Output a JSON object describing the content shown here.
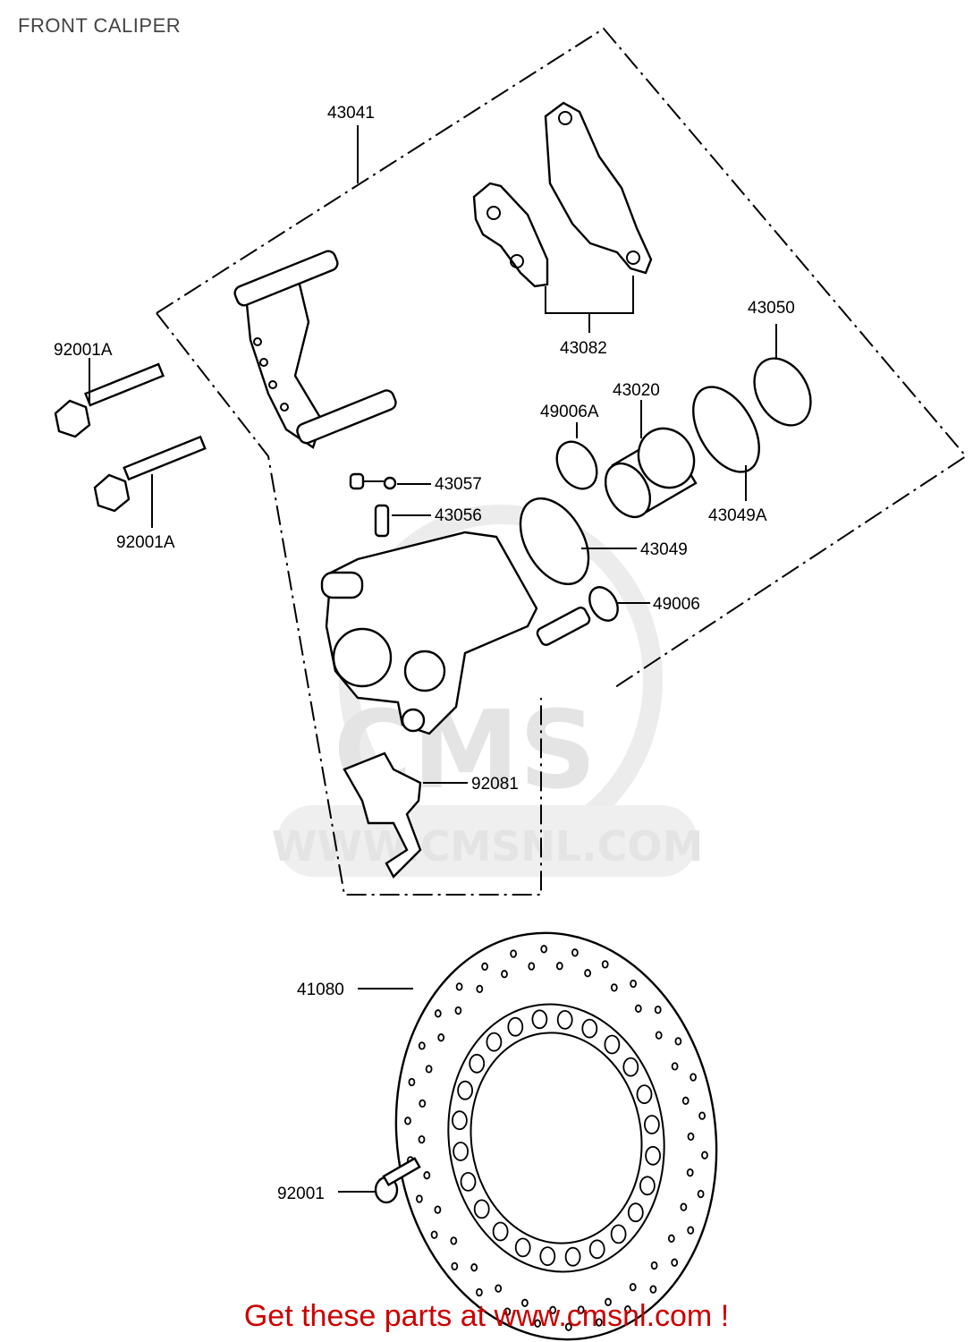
{
  "title": "FRONT CALIPER",
  "footer": "Get these parts at www.cmsnl.com !",
  "watermark": {
    "logo_text": "CMS",
    "url_text": "WWW.CMSNL.COM",
    "color": "#e4e4e4"
  },
  "colors": {
    "footer": "#cc0000",
    "title": "#444444",
    "lines": "#000000"
  },
  "callouts": {
    "c43041": "43041",
    "c43082": "43082",
    "c43050": "43050",
    "c92001A_top": "92001A",
    "c92001A_bottom": "92001A",
    "c43020": "43020",
    "c49006A": "49006A",
    "c43057": "43057",
    "c43056": "43056",
    "c43049A": "43049A",
    "c43049": "43049",
    "c49006": "49006",
    "c92081": "92081",
    "c41080": "41080",
    "c92001": "92001"
  }
}
